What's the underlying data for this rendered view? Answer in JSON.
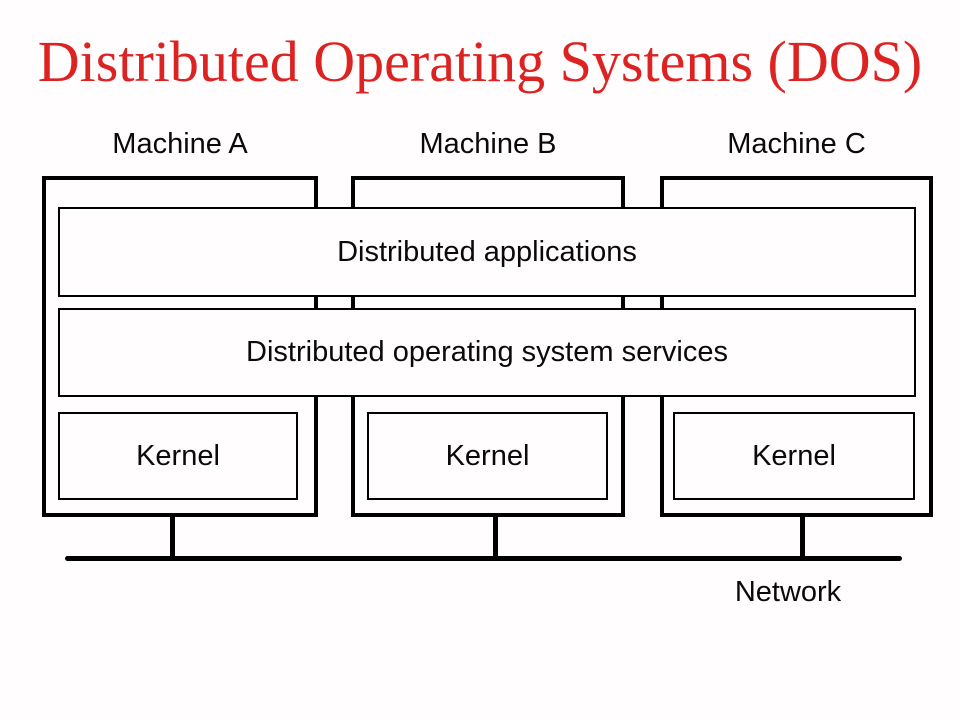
{
  "title": "Distributed Operating Systems (DOS)",
  "colors": {
    "title_red": "#dd2222",
    "line_black": "#000000",
    "background": "#fffdfd"
  },
  "machines": [
    {
      "label": "Machine A",
      "kernel": "Kernel"
    },
    {
      "label": "Machine B",
      "kernel": "Kernel"
    },
    {
      "label": "Machine C",
      "kernel": "Kernel"
    }
  ],
  "layers": {
    "applications": "Distributed applications",
    "services": "Distributed operating system services"
  },
  "network": {
    "label": "Network"
  }
}
